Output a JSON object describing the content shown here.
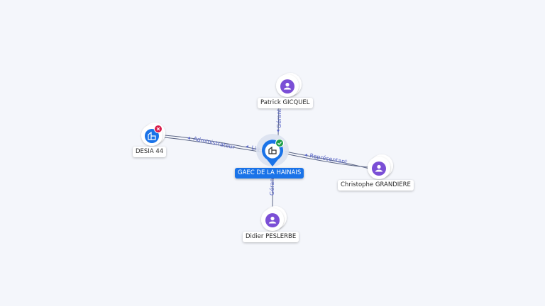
{
  "nodes": {
    "center": {
      "label": "GAEC DE LA HAINAIS",
      "type": "company",
      "status": "active",
      "icon": "building-icon"
    },
    "patrick": {
      "label": "Patrick GICQUEL",
      "type": "person",
      "icon": "person-icon"
    },
    "desia": {
      "label": "DESIA 44",
      "type": "company",
      "status": "closed",
      "icon": "building-icon"
    },
    "christophe": {
      "label": "Christophe GRANDIERE",
      "type": "person",
      "icon": "person-icon"
    },
    "didier": {
      "label": "Didier PESLERBE",
      "type": "person",
      "icon": "person-icon"
    }
  },
  "edges": {
    "patrick_center": "Gérant",
    "desia_center_a": "Administrateur",
    "desia_center_b": "Liq",
    "christophe_center": "Représentant",
    "didier_center": "Gérant"
  },
  "colors": {
    "background": "#f4f6fb",
    "company_blue": "#1a73e8",
    "person_purple": "#7b4fd6",
    "edge": "#5b6584",
    "edge_label": "#5a67c8",
    "active_green": "#1e9e4a",
    "closed_red": "#d81b4a"
  }
}
